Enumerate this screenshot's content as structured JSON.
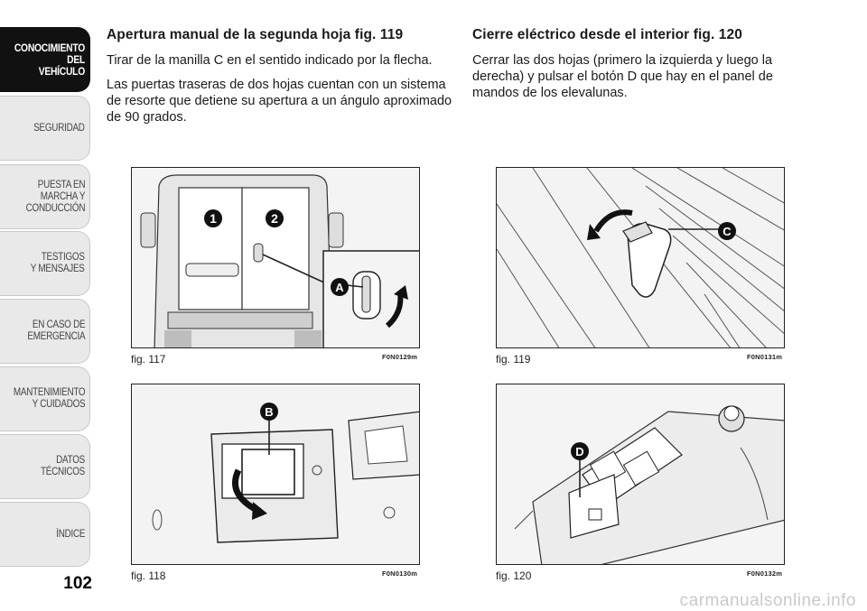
{
  "sidebar": {
    "tabs": [
      {
        "label": "CONOCIMIENTO DEL\nVEHÍCULO",
        "active": true
      },
      {
        "label": "SEGURIDAD",
        "active": false
      },
      {
        "label": "PUESTA EN\nMARCHA Y\nCONDUCCIÓN",
        "active": false
      },
      {
        "label": "TESTIGOS\nY MENSAJES",
        "active": false
      },
      {
        "label": "EN CASO DE\nEMERGENCIA",
        "active": false
      },
      {
        "label": "MANTENIMIENTO\nY CUIDADOS",
        "active": false
      },
      {
        "label": "DATOS\nTÉCNICOS",
        "active": false
      },
      {
        "label": "ÍNDICE",
        "active": false
      }
    ]
  },
  "page_number": "102",
  "left_column": {
    "heading": "Apertura manual de la segunda hoja fig. 119",
    "paragraphs": [
      "Tirar de la manilla C en el sentido indicado por la flecha.",
      "Las puertas traseras de dos hojas cuentan con un sistema de resorte que detiene su apertura a un ángulo aproximado de 90 grados."
    ]
  },
  "right_column": {
    "heading": "Cierre eléctrico desde el interior fig. 120",
    "paragraphs": [
      "Cerrar las dos hojas (primero la izquierda y luego la derecha) y pulsar el botón D que hay en el panel de mandos de los elevalunas."
    ]
  },
  "figures": [
    {
      "caption": "fig. 117",
      "code": "F0N0129m",
      "labels": [
        "1",
        "2",
        "A"
      ]
    },
    {
      "caption": "fig. 119",
      "code": "F0N0131m",
      "labels": [
        "C"
      ]
    },
    {
      "caption": "fig. 118",
      "code": "F0N0130m",
      "labels": [
        "B"
      ]
    },
    {
      "caption": "fig. 120",
      "code": "F0N0132m",
      "labels": [
        "D"
      ]
    }
  ],
  "footer": {
    "watermark": "carmanualsonline.info"
  }
}
